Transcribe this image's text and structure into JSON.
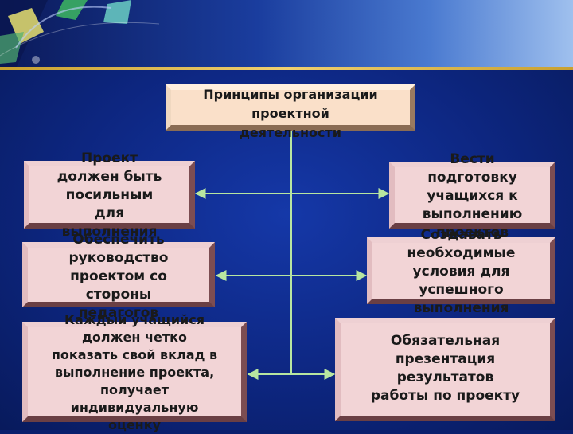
{
  "title": "Принципы организации\nпроектной\nдеятельности",
  "left": [
    "Проект\nдолжен быть\nпосильным\nдля\nвыполнения",
    "Обеспечить\nруководство\nпроектом со\nстороны\nпедагогов",
    "Каждый учащийся\nдолжен четко\nпоказать свой вклад в\nвыполнение проекта,\nполучает\nиндивидуальную\nоценку"
  ],
  "right": [
    "Вести\nподготовку\nучащихся к\nвыполнению\nпроектов",
    "Создавать\nнеобходимые\nусловия для\nуспешного\nвыполнения",
    "Обязательная\nпрезентация\nрезультатов\nработы по проекту"
  ],
  "colors": {
    "connector": "#b8e6a0",
    "background": "#0d2680"
  }
}
